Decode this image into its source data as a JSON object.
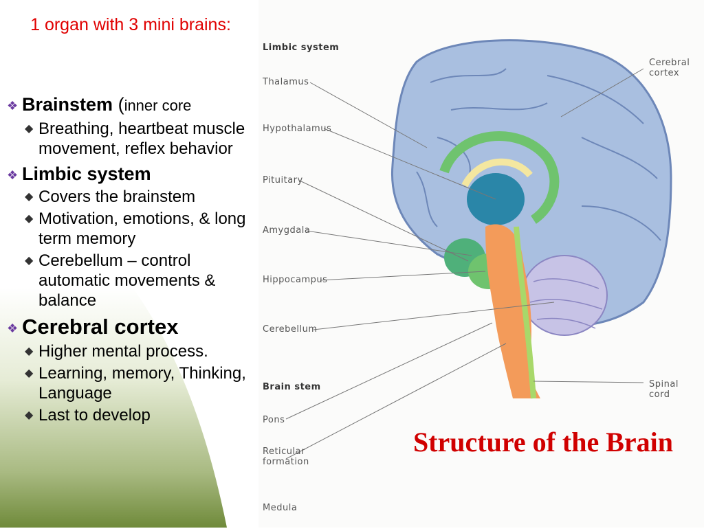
{
  "heading": "1 organ with 3 mini brains:",
  "brainstem": {
    "title": "Brainstem",
    "paren": "(",
    "note": "inner core",
    "items": [
      "Breathing, heartbeat muscle movement, reflex  behavior"
    ]
  },
  "limbic": {
    "title": "Limbic system",
    "items": [
      "Covers the brainstem",
      "Motivation, emotions, & long term memory",
      "Cerebellum – control automatic  movements & balance"
    ]
  },
  "cortex": {
    "title": "Cerebral cortex",
    "items": [
      "Higher mental process.",
      "Learning, memory, Thinking, Language",
      "Last to develop"
    ]
  },
  "diagram": {
    "labels": {
      "limbic_system": "Limbic system",
      "thalamus": "Thalamus",
      "hypothalamus": "Hypothalamus",
      "pituitary": "Pituitary",
      "amygdala": "Amygdala",
      "hippocampus": "Hippocampus",
      "cerebellum": "Cerebellum",
      "brain_stem": "Brain stem",
      "pons": "Pons",
      "reticular": "Reticular formation",
      "medula": "Medula",
      "cerebral_cortex": "Cerebral cortex",
      "spinal_cord": "Spinal cord"
    }
  },
  "title": "Structure of the Brain",
  "colors": {
    "heading": "#e00000",
    "title": "#d00000",
    "bullet_mark": "#6a3aa0",
    "background_gradient_green": "#6f8a3a"
  }
}
